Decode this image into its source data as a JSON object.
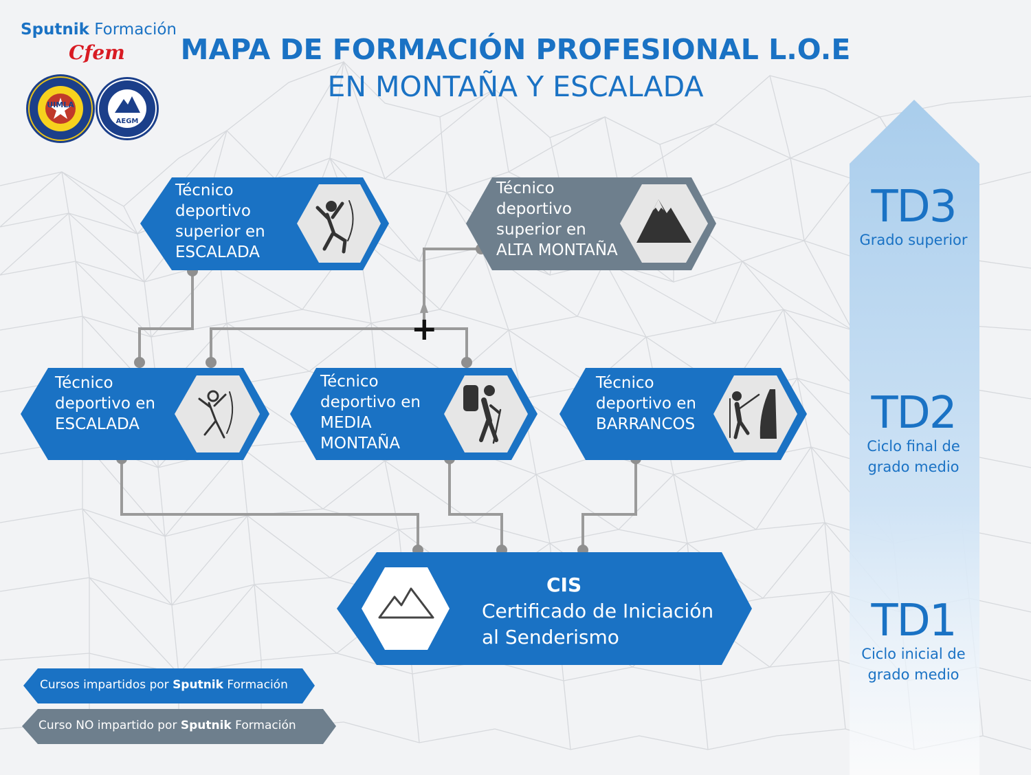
{
  "header": {
    "brand_bold": "Sputnik",
    "brand_rest": "Formación",
    "cfem": "Cfem",
    "title_line1": "MAPA DE FORMACIÓN PROFESIONAL L.O.E",
    "title_line2": "EN MONTAÑA Y ESCALADA",
    "badge_uimla": "UIMLA",
    "badge_aegm": "AEGM"
  },
  "nodes": {
    "td_sup_escalada": [
      "Técnico",
      "deportivo",
      "superior en",
      "ESCALADA"
    ],
    "td_sup_alta_montana": [
      "Técnico",
      "deportivo",
      "superior en",
      "ALTA MONTAÑA"
    ],
    "td_escalada": [
      "Técnico",
      "deportivo en",
      "ESCALADA"
    ],
    "td_media_montana": [
      "Técnico",
      "deportivo en",
      "MEDIA",
      "MONTAÑA"
    ],
    "td_barrancos": [
      "Técnico",
      "deportivo en",
      "BARRANCOS"
    ],
    "cis": {
      "title": "CIS",
      "line1": "Certificado de Iniciación",
      "line2": "al Senderismo"
    }
  },
  "plus_sign": "+",
  "levels": {
    "td3": {
      "code": "TD3",
      "label": [
        "Grado superior"
      ]
    },
    "td2": {
      "code": "TD2",
      "label": [
        "Ciclo final de",
        "grado medio"
      ]
    },
    "td1": {
      "code": "TD1",
      "label": [
        "Ciclo inicial de",
        "grado medio"
      ]
    }
  },
  "legend": {
    "blue": {
      "prefix": "Cursos impartidos por ",
      "brand_bold": "Sputnik",
      "brand_rest": " Formación"
    },
    "gray": {
      "prefix": "Curso NO impartido por ",
      "brand_bold": "Sputnik",
      "brand_rest": " Formación"
    }
  },
  "colors": {
    "blue": "#1a72c4",
    "gray": "#6e7f8d",
    "connector": "#9a9a9a",
    "icon_bg": "#e6e6e6",
    "icon_fg": "#333333"
  }
}
